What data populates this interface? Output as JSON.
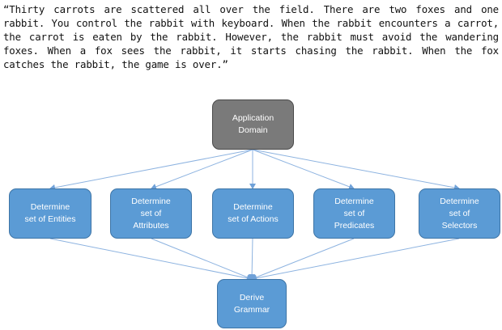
{
  "quote": "“Thirty carrots are scattered all over the field. There are two foxes and one rabbit. You control the rabbit with keyboard. When the rabbit encounters a carrot, the carrot is eaten by the rabbit.  However, the rabbit must avoid the wandering foxes. When a fox sees the rabbit, it starts chasing the rabbit. When the fox catches the rabbit, the game is over.”",
  "diagram": {
    "top_node": "Application\nDomain",
    "middle_nodes": {
      "entities": "Determine\nset of Entities",
      "attributes": "Determine\nset of\nAttributes",
      "actions": "Determine\nset of Actions",
      "predicates": "Determine\nset of\nPredicates",
      "selectors": "Determine\nset of\nSelectors"
    },
    "bottom_node": "Derive\nGrammar"
  },
  "colors": {
    "node_fill": "#5b9bd5",
    "node_border": "#3d74a6",
    "top_node_fill": "#7a7a7a",
    "connector": "#6fa1d8"
  }
}
